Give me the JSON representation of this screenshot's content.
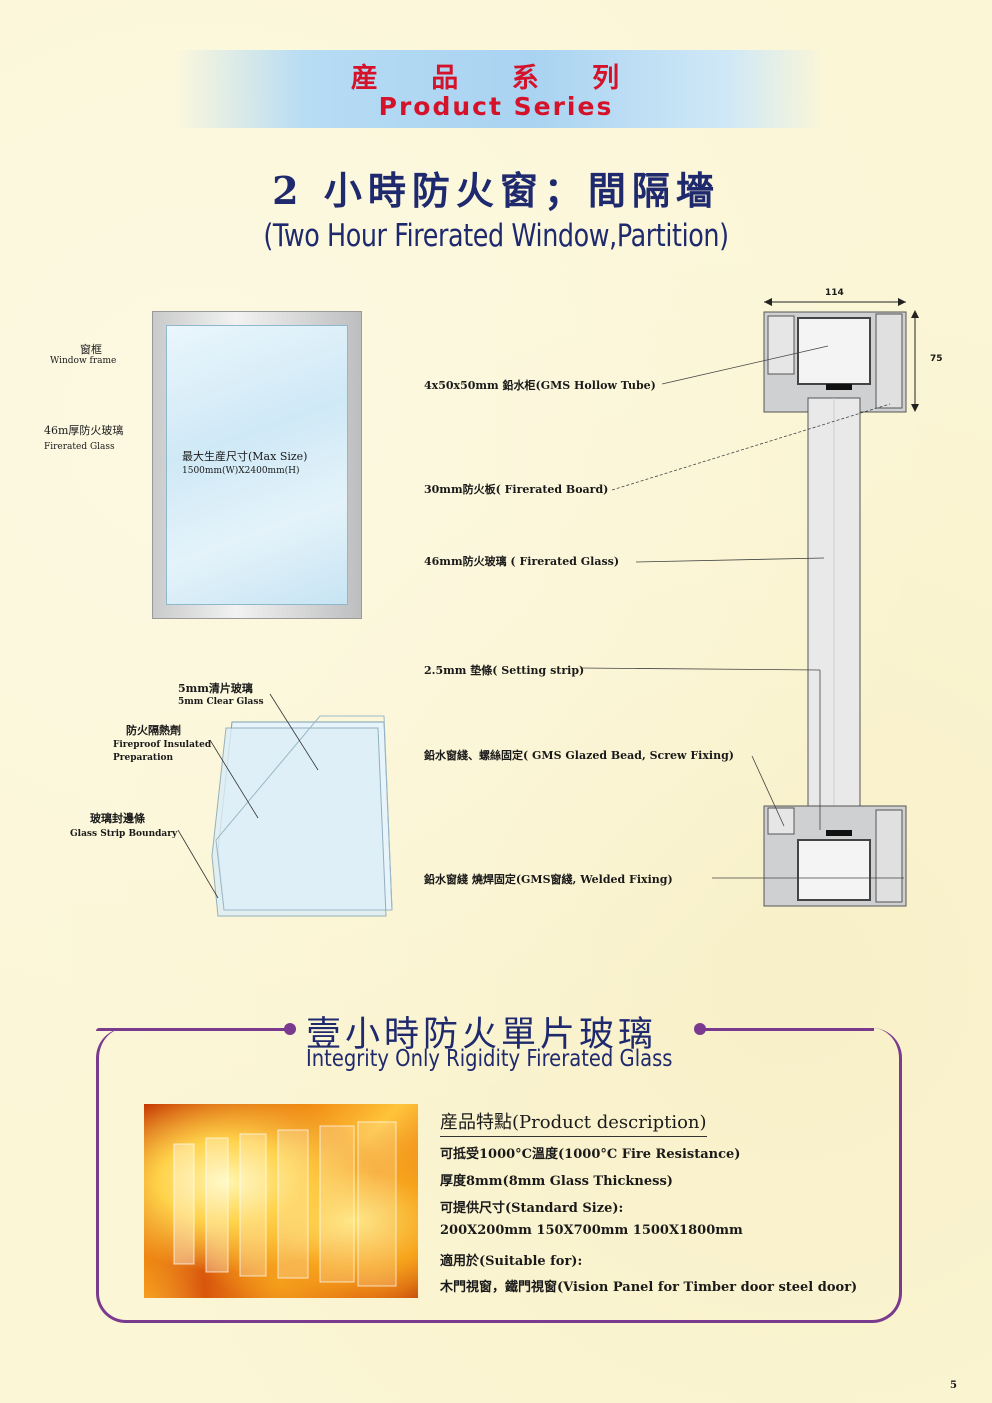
{
  "header": {
    "title_cn": "産 品 系 列",
    "title_en": "Product  Series"
  },
  "main_title": {
    "cn": "2 小時防火窗；間隔墻",
    "en": "(Two Hour Firerated Window,Partition)"
  },
  "window_diagram": {
    "frame_cn": "窗框",
    "frame_en": "Window frame",
    "glass_cn": "46m厚防火玻璃",
    "glass_en": "Firerated Glass",
    "max_size_cn": "最大生産尺寸(Max  Size)",
    "max_size_value": "1500mm(W)X2400mm(H)"
  },
  "section_diagram": {
    "width_dim": "114",
    "height_dim": "75",
    "labels": [
      "4x50x50mm 鉛水柜(GMS Hollow Tube)",
      "30mm防火板( Firerated Board)",
      "46mm防火玻璃 ( Firerated Glass)",
      "2.5mm 垫條( Setting strip)",
      "鉛水窗綫、螺絲固定( GMS Glazed Bead, Screw Fixing)",
      "鉛水窗綫  燒焊固定(GMS窗綫, Welded Fixing)"
    ]
  },
  "glass_layers": {
    "clear_cn": "5mm清片玻璃",
    "clear_en": "5mm Clear Glass",
    "insulated_cn": "防火隔熱劑",
    "insulated_en": "Fireproof Insulated",
    "insulated_en2": "Preparation",
    "boundary_cn": "玻璃封邊條",
    "boundary_en": "Glass Strip Boundary"
  },
  "section2": {
    "title_cn": "壹小時防火單片玻璃",
    "title_en": "Integrity Only Rigidity Firerated Glass",
    "desc_title": "産品特點(Product description)",
    "lines": [
      "可抵受1000°C溫度(1000°C Fire Resistance)",
      "厚度8mm(8mm Glass Thickness)",
      "可提供尺寸(Standard Size):",
      "200X200mm   150X700mm   1500X1800mm",
      "適用於(Suitable  for):",
      "木門視窗，鐵門視窗(Vision Panel for Timber door steel door)"
    ]
  },
  "page_number": "5",
  "colors": {
    "accent_red": "#d4132a",
    "navy": "#1f2a6e",
    "purple": "#7a3a8e"
  }
}
